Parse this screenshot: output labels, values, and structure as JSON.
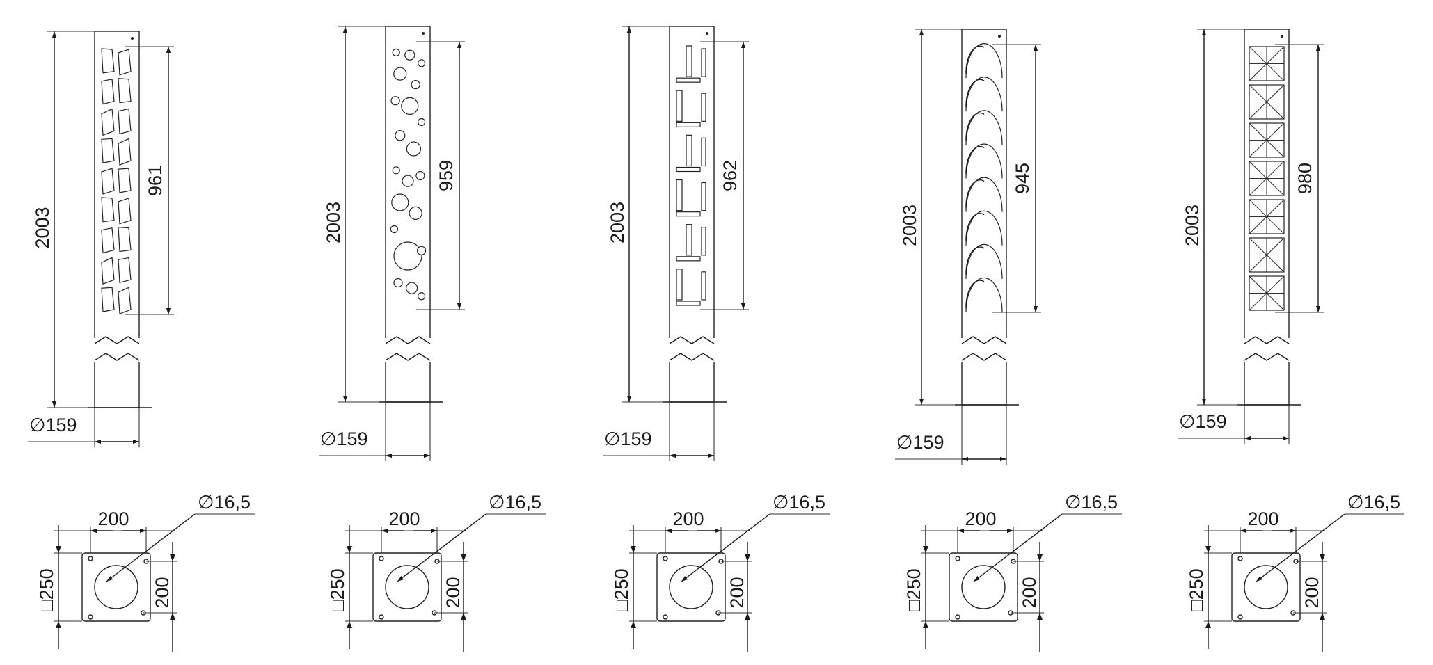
{
  "drawing": {
    "views": [
      {
        "pattern": "voronoi",
        "total_height": "2003",
        "pattern_height": "961",
        "diameter": "159",
        "plate_size": "250",
        "bolt_spacing_x": "200",
        "bolt_spacing_y": "200",
        "hole_diameter": "16,5"
      },
      {
        "pattern": "circles",
        "total_height": "2003",
        "pattern_height": "959",
        "diameter": "159",
        "plate_size": "250",
        "bolt_spacing_x": "200",
        "bolt_spacing_y": "200",
        "hole_diameter": "16,5"
      },
      {
        "pattern": "meander",
        "total_height": "2003",
        "pattern_height": "962",
        "diameter": "159",
        "plate_size": "250",
        "bolt_spacing_x": "200",
        "bolt_spacing_y": "200",
        "hole_diameter": "16,5"
      },
      {
        "pattern": "scales",
        "total_height": "2003",
        "pattern_height": "945",
        "diameter": "159",
        "plate_size": "250",
        "bolt_spacing_x": "200",
        "bolt_spacing_y": "200",
        "hole_diameter": "16,5"
      },
      {
        "pattern": "stars",
        "total_height": "2003",
        "pattern_height": "980",
        "diameter": "159",
        "plate_size": "250",
        "bolt_spacing_x": "200",
        "bolt_spacing_y": "200",
        "hole_diameter": "16,5"
      }
    ],
    "symbols": {
      "diameter": "∅",
      "square": "□"
    }
  }
}
